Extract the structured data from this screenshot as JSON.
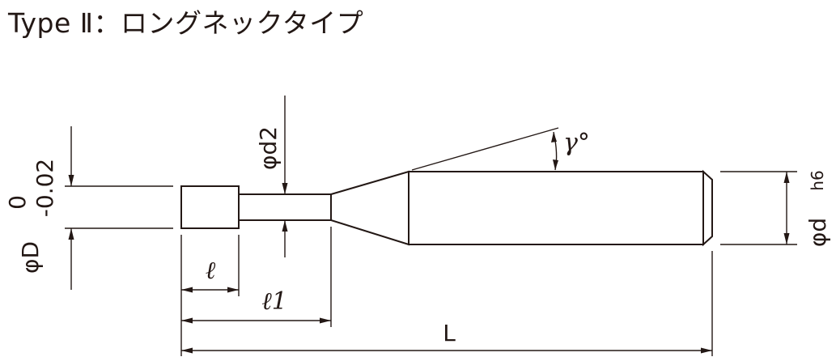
{
  "title": "Type Ⅱ：ロングネックタイプ",
  "labels": {
    "outer_dia": "φD",
    "tol_upper": "0",
    "tol_lower": "-0.02",
    "neck_dia": "φd2",
    "angle": "γ°",
    "shank_dia": "φd",
    "shank_tol": "h6",
    "length_l": "ℓ",
    "length_l1": "ℓ1",
    "length_L": "L"
  },
  "colors": {
    "line": "#231815",
    "background": "#ffffff"
  }
}
